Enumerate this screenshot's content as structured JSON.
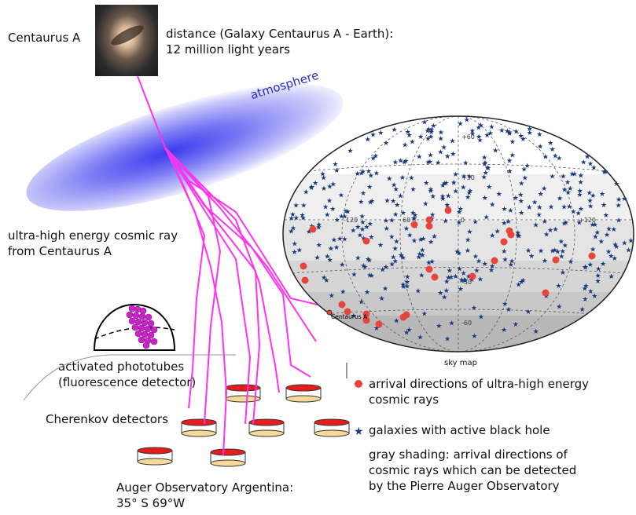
{
  "labels": {
    "source": "Centaurus A",
    "distance_line1": "distance (Galaxy Centaurus A - Earth):",
    "distance_line2": "12 million light years",
    "atmosphere": "atmosphere",
    "cosmic_ray_line1": "ultra-high energy cosmic ray",
    "cosmic_ray_line2": "from Centaurus A",
    "phototubes_line1": "activated phototubes",
    "phototubes_line2": "(fluorescence detector)",
    "cherenkov": "Cherenkov detectors",
    "observatory_line1": "Auger Observatory Argentina:",
    "observatory_line2": "35° S 69°W",
    "sky_map": "sky map",
    "centaurus_marker": "Centaurus A"
  },
  "grid_labels": {
    "lat_60": "+60",
    "lat_30": "+30",
    "lat_m30": "-30",
    "lat_m60": "-60",
    "lon_m120": "-120",
    "lon_60": "60",
    "lon_0": "0",
    "lon_120": "+120"
  },
  "legend": {
    "arrivals_line1": "arrival directions of ultra-high energy",
    "arrivals_line2": "cosmic rays",
    "galaxies": "galaxies with active black hole",
    "shading_line1": "gray shading: arrival directions of",
    "shading_line2": "cosmic rays which can be detected",
    "shading_line3": "by the Pierre Auger Observatory"
  },
  "colors": {
    "ray": "#ff33ee",
    "event": "#e8443a",
    "galaxy_star": "#1a3a7a",
    "atmosphere": "#3b3bf0",
    "detector_top": "#e81c1c",
    "detector_body": "#f5d99a"
  },
  "icons": {
    "event_marker": "red-dot-icon",
    "galaxy_marker": "blue-star-icon"
  }
}
